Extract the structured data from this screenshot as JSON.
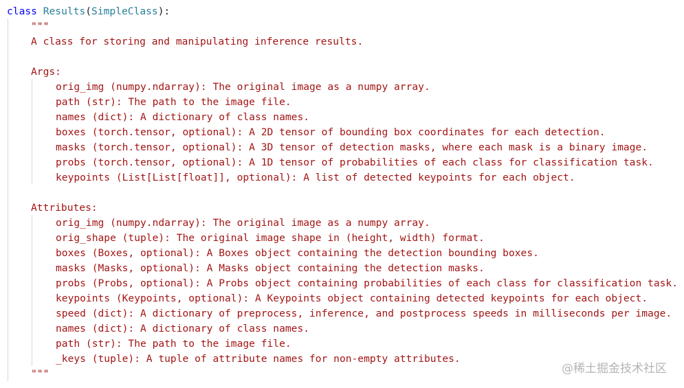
{
  "code": {
    "class_keyword": "class",
    "class_name": "Results",
    "open_paren": "(",
    "base_class": "SimpleClass",
    "close": "):",
    "docstring_open": "\"\"\"",
    "summary": "A class for storing and manipulating inference results.",
    "args_header": "Args:",
    "args": [
      "orig_img (numpy.ndarray): The original image as a numpy array.",
      "path (str): The path to the image file.",
      "names (dict): A dictionary of class names.",
      "boxes (torch.tensor, optional): A 2D tensor of bounding box coordinates for each detection.",
      "masks (torch.tensor, optional): A 3D tensor of detection masks, where each mask is a binary image.",
      "probs (torch.tensor, optional): A 1D tensor of probabilities of each class for classification task.",
      "keypoints (List[List[float]], optional): A list of detected keypoints for each object."
    ],
    "attributes_header": "Attributes:",
    "attributes": [
      "orig_img (numpy.ndarray): The original image as a numpy array.",
      "orig_shape (tuple): The original image shape in (height, width) format.",
      "boxes (Boxes, optional): A Boxes object containing the detection bounding boxes.",
      "masks (Masks, optional): A Masks object containing the detection masks.",
      "probs (Probs, optional): A Probs object containing probabilities of each class for classification task.",
      "keypoints (Keypoints, optional): A Keypoints object containing detected keypoints for each object.",
      "speed (dict): A dictionary of preprocess, inference, and postprocess speeds in milliseconds per image.",
      "names (dict): A dictionary of class names.",
      "path (str): The path to the image file.",
      "_keys (tuple): A tuple of attribute names for non-empty attributes."
    ],
    "docstring_close": "\"\"\""
  },
  "watermark": "@稀土掘金技术社区",
  "colors": {
    "keyword": "#0000ff",
    "class_name": "#267f99",
    "string": "#a31515",
    "indent_guide": "#d8d8d8",
    "background": "#ffffff"
  }
}
